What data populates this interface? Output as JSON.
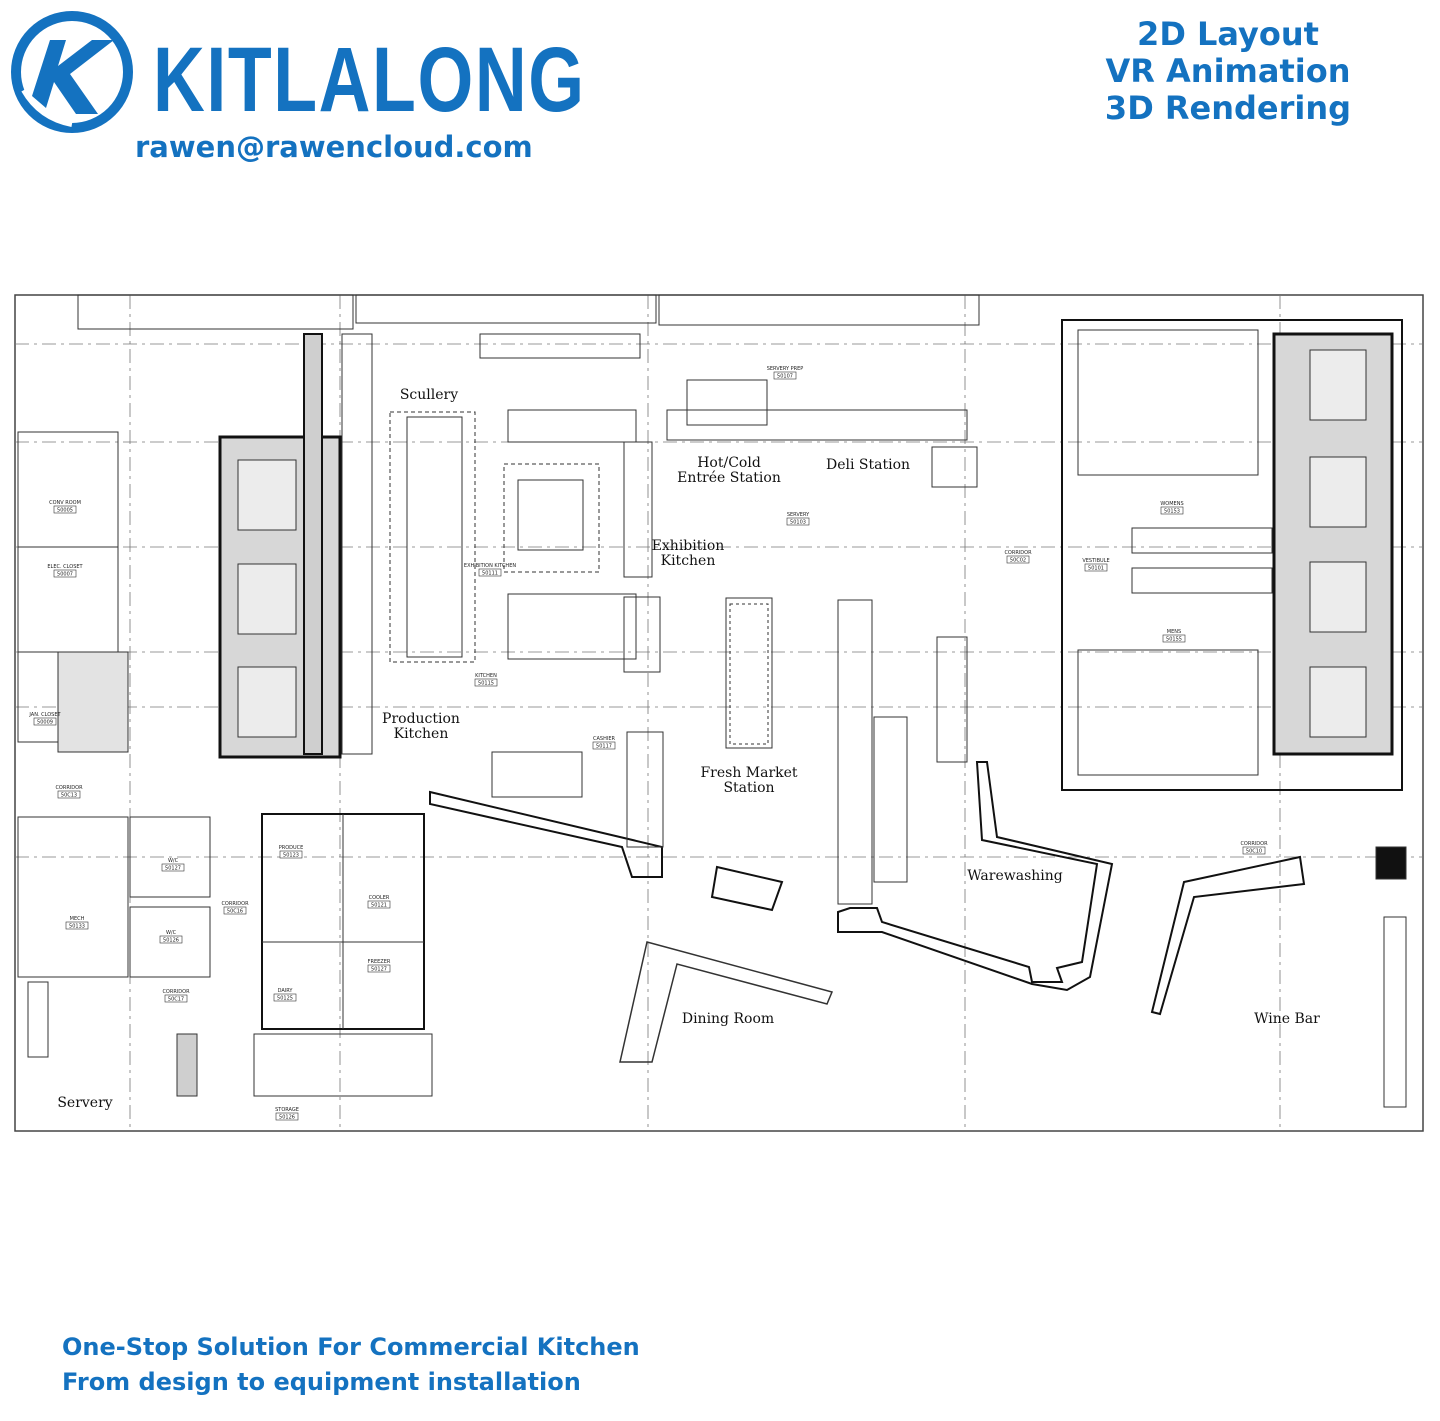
{
  "brand": {
    "name": "KITLALONG",
    "email": "rawen@rawencloud.com",
    "logo_icon": "k-logo-icon",
    "color": "#1472c0"
  },
  "services": [
    "2D Layout",
    "VR Animation",
    "3D Rendering"
  ],
  "plan": {
    "room_labels": [
      {
        "id": "scullery",
        "lines": [
          "Scullery"
        ]
      },
      {
        "id": "hotcold",
        "lines": [
          "Hot/Cold",
          "Entrée Station"
        ]
      },
      {
        "id": "deli",
        "lines": [
          "Deli Station"
        ]
      },
      {
        "id": "exhibition",
        "lines": [
          "Exhibition",
          "Kitchen"
        ]
      },
      {
        "id": "production",
        "lines": [
          "Production",
          "Kitchen"
        ]
      },
      {
        "id": "freshmarket",
        "lines": [
          "Fresh Market",
          "Station"
        ]
      },
      {
        "id": "warewashing",
        "lines": [
          "Warewashing"
        ]
      },
      {
        "id": "dining",
        "lines": [
          "Dining Room"
        ]
      },
      {
        "id": "winebar",
        "lines": [
          "Wine Bar"
        ]
      },
      {
        "id": "servery",
        "lines": [
          "Servery"
        ]
      }
    ],
    "room_tags": [
      {
        "id": "conv",
        "name": "CONV ROOM",
        "num": "50005"
      },
      {
        "id": "elec",
        "name": "ELEC. CLOSET",
        "num": "50007"
      },
      {
        "id": "jan",
        "name": "JAN. CLOSET",
        "num": "50009"
      },
      {
        "id": "corr13",
        "name": "CORRIDOR",
        "num": "50C13"
      },
      {
        "id": "mech",
        "name": "MECH",
        "num": "50133"
      },
      {
        "id": "wc1",
        "name": "W/C",
        "num": "50127"
      },
      {
        "id": "wc2",
        "name": "W/C",
        "num": "50126"
      },
      {
        "id": "corr17",
        "name": "CORRIDOR",
        "num": "50C17"
      },
      {
        "id": "corr16",
        "name": "CORRIDOR",
        "num": "50C16"
      },
      {
        "id": "produce",
        "name": "PRODUCE",
        "num": "50123"
      },
      {
        "id": "cooler",
        "name": "COOLER",
        "num": "50121"
      },
      {
        "id": "dairy",
        "name": "DAIRY",
        "num": "50125"
      },
      {
        "id": "freezer",
        "name": "FREEZER",
        "num": "50127"
      },
      {
        "id": "storage",
        "name": "STORAGE",
        "num": "50126"
      },
      {
        "id": "exkit",
        "name": "EXHIBITION KITCHEN",
        "num": "50111"
      },
      {
        "id": "kitchen",
        "name": "KITCHEN",
        "num": "50115"
      },
      {
        "id": "servprep",
        "name": "SERVERY PREP",
        "num": "50107"
      },
      {
        "id": "servery",
        "name": "SERVERY",
        "num": "50103"
      },
      {
        "id": "cashier",
        "name": "CASHIER",
        "num": "50117"
      },
      {
        "id": "corr02",
        "name": "CORRIDOR",
        "num": "50C02"
      },
      {
        "id": "vest",
        "name": "VESTIBULE",
        "num": "50101"
      },
      {
        "id": "womens",
        "name": "WOMENS",
        "num": "50153"
      },
      {
        "id": "mens",
        "name": "MENS",
        "num": "50155"
      },
      {
        "id": "corr10",
        "name": "CORRIDOR",
        "num": "50C10"
      }
    ]
  },
  "footer": {
    "line1": "One-Stop Solution For Commercial Kitchen",
    "line2": "From design to equipment installation"
  }
}
